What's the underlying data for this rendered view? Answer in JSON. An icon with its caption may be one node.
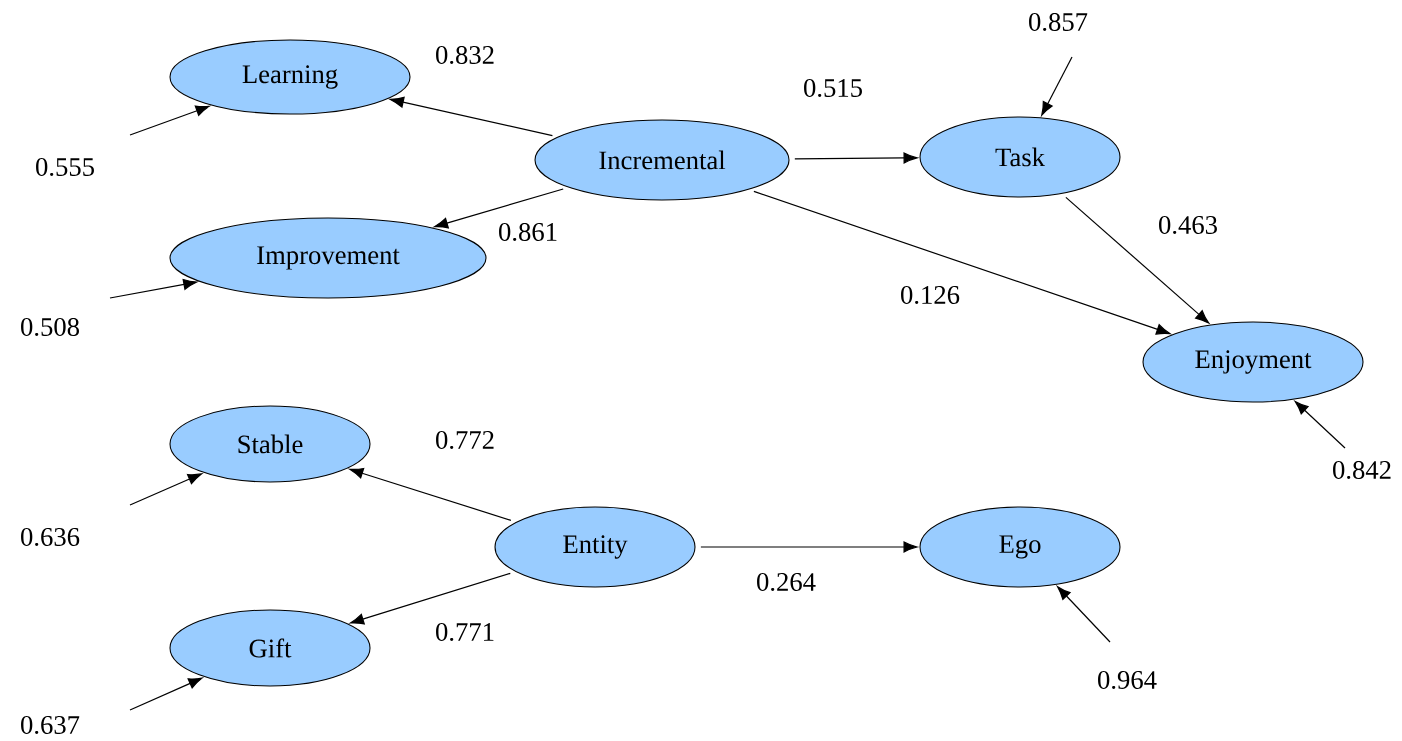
{
  "diagram": {
    "nodes": [
      {
        "text": [
          "Learning"
        ]
      },
      {
        "text": [
          "Task"
        ]
      },
      {
        "text": [
          "Incremental"
        ]
      },
      {
        "text": [
          "Improvement"
        ]
      },
      {
        "text": [
          "Enjoyment"
        ]
      },
      {
        "text": [
          "Stable"
        ]
      },
      {
        "text": [
          "Entity"
        ]
      },
      {
        "text": [
          "Ego"
        ]
      },
      {
        "text": [
          "Gift"
        ]
      }
    ],
    "edges": [
      {
        "from": 2,
        "to": 0,
        "arrow": "to",
        "label": "0.832"
      },
      {
        "from": 2,
        "to": 3,
        "arrow": "to",
        "label": "0.861"
      },
      {
        "from": 2,
        "to": 1,
        "arrow": "to",
        "label": "0.515"
      },
      {
        "from": 2,
        "to": 4,
        "arrow": "to",
        "label": "0.126"
      },
      {
        "from": 1,
        "to": 4,
        "arrow": "to",
        "label": "0.463"
      },
      {
        "from": 6,
        "to": 5,
        "arrow": "to",
        "label": "0.772"
      },
      {
        "from": 6,
        "to": 8,
        "arrow": "to",
        "label": "0.771"
      },
      {
        "from": 6,
        "to": 7,
        "arrow": "to",
        "label": "0.264"
      },
      {
        "from": null,
        "to": 0,
        "arrow": "to",
        "label": "0.555"
      },
      {
        "from": null,
        "to": 3,
        "arrow": "to",
        "label": "0.508"
      },
      {
        "from": null,
        "to": 1,
        "arrow": "to",
        "label": "0.857"
      },
      {
        "from": null,
        "to": 4,
        "arrow": "to",
        "label": "0.842"
      },
      {
        "from": null,
        "to": 5,
        "arrow": "to",
        "label": "0.636"
      },
      {
        "from": null,
        "to": 8,
        "arrow": "to",
        "label": "0.637"
      },
      {
        "from": null,
        "to": 7,
        "arrow": "to",
        "label": "0.964"
      }
    ]
  }
}
